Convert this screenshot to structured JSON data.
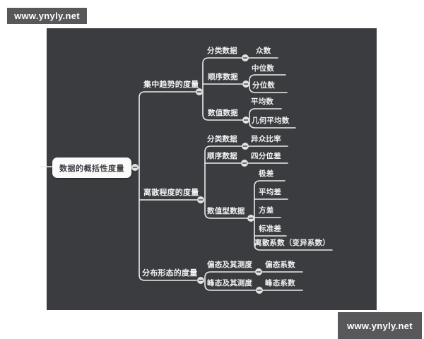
{
  "watermark": {
    "text": "www.ynyly.net"
  },
  "colors": {
    "page-bg": "#ffffff",
    "canvas-bg": "#3a3c40",
    "line-color": "#ebebeb",
    "text-color": "#f2f2f2",
    "root-fill": "#fafafa",
    "root-text": "#3f4045",
    "collapse-fill": "#e3e3e3",
    "collapse-dash": "#4a4c50",
    "watermark-bg": "#58585b",
    "watermark-text": "#ffffff"
  },
  "mindmap": {
    "root": {
      "label": "数据的概括性度量"
    },
    "branches": [
      {
        "label": "集中趋势的度量",
        "children": [
          {
            "label": "分类数据",
            "children": [
              {
                "label": "众数"
              }
            ]
          },
          {
            "label": "顺序数据",
            "children": [
              {
                "label": "中位数"
              },
              {
                "label": "分位数"
              }
            ]
          },
          {
            "label": "数值数据",
            "children": [
              {
                "label": "平均数"
              },
              {
                "label": "几何平均数"
              }
            ]
          }
        ]
      },
      {
        "label": "离散程度的度量",
        "children": [
          {
            "label": "分类数据",
            "children": [
              {
                "label": "异众比率"
              }
            ]
          },
          {
            "label": "顺序数据",
            "children": [
              {
                "label": "四分位差"
              }
            ]
          },
          {
            "label": "数值型数据",
            "children": [
              {
                "label": "极差"
              },
              {
                "label": "平均差"
              },
              {
                "label": "方差"
              },
              {
                "label": "标准差"
              },
              {
                "label": "离散系数（变异系数）"
              }
            ]
          }
        ]
      },
      {
        "label": "分布形态的度量",
        "children": [
          {
            "label": "偏态及其测度",
            "children": [
              {
                "label": "偏态系数"
              }
            ]
          },
          {
            "label": "峰态及其测度",
            "children": [
              {
                "label": "峰态系数"
              }
            ]
          }
        ]
      }
    ]
  }
}
